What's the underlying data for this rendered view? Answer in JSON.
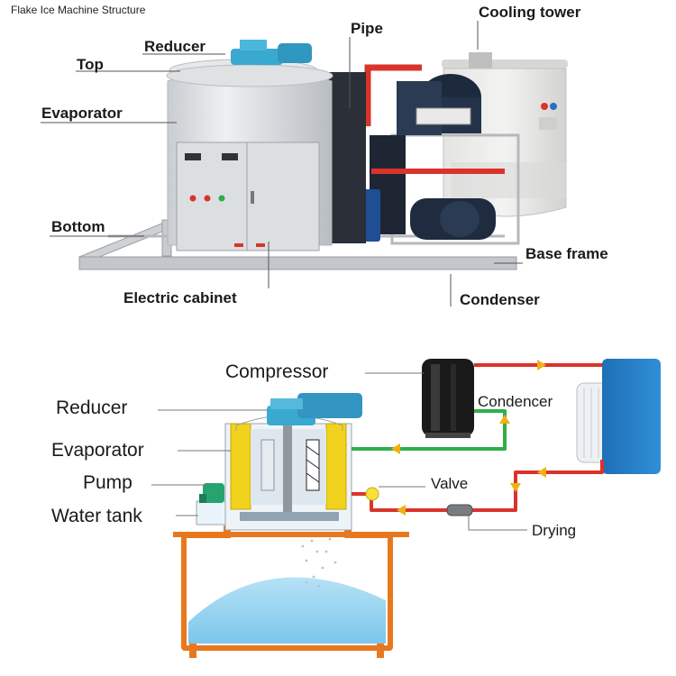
{
  "photo": {
    "title": "Flake Ice Machine Structure",
    "labels": {
      "reducer": "Reducer",
      "top": "Top",
      "evaporator": "Evaporator",
      "bottom": "Bottom",
      "pipe": "Pipe",
      "cooling_tower": "Cooling tower",
      "base_frame": "Base frame",
      "electric_cabinet": "Electric cabinet",
      "condenser": "Condenser"
    }
  },
  "schematic": {
    "labels": {
      "compressor": "Compressor",
      "reducer": "Reducer",
      "evaporator": "Evaporator",
      "pump": "Pump",
      "water_tank": "Water tank",
      "condencer": "Condencer",
      "valve": "Valve",
      "drying": "Drying"
    }
  },
  "colors": {
    "hot_line": "#d9342b",
    "liquid_line": "#2fae4a",
    "tank_frame": "#e8781e",
    "ice": "#8fd0ef",
    "condenser_unit": "#1f7fc8",
    "drum_yellow": "#f1d21c",
    "reducer_blue": "#3aa9cf"
  }
}
